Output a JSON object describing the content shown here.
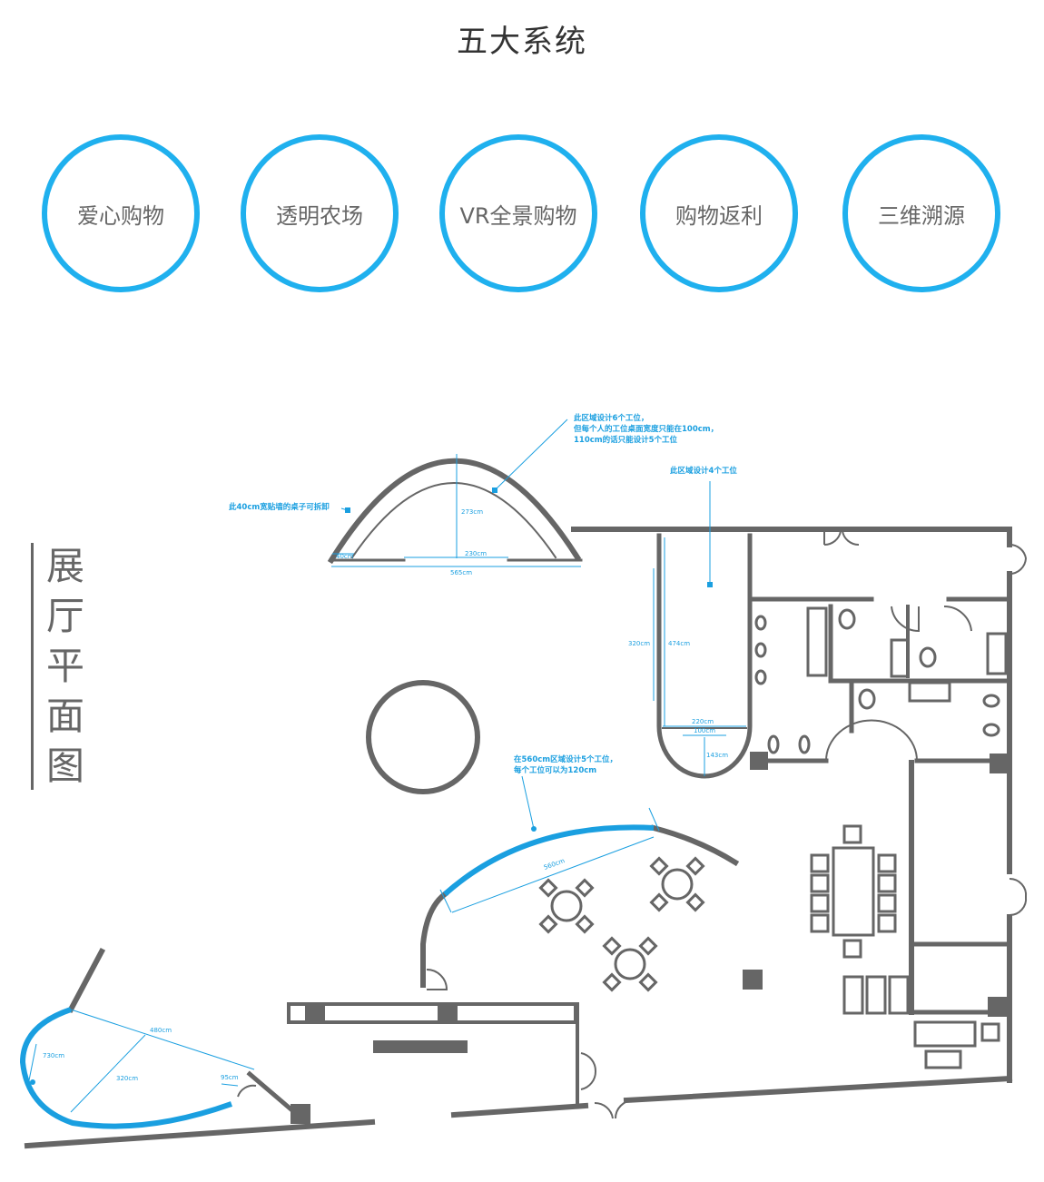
{
  "page": {
    "title": "五大系统"
  },
  "systems": [
    {
      "label": "爱心购物"
    },
    {
      "label": "透明农场"
    },
    {
      "label": "VR全景购物"
    },
    {
      "label": "购物返利"
    },
    {
      "label": "三维溯源"
    }
  ],
  "floorplan": {
    "side_title": [
      "展",
      "厅",
      "平",
      "面",
      "图"
    ],
    "notes": {
      "arch_top_1": "此区域设计6个工位，",
      "arch_top_2": "但每个人的工位桌面宽度只能在100cm，",
      "arch_top_3": "110cm的话只能设计5个工位",
      "arch_desk": "此40cm宽贴墙的桌子可拆卸",
      "room_4": "此区域设计4个工位",
      "curve_1": "在560cm区域设计5个工位，",
      "curve_2": "每个工位可以为120cm"
    },
    "dims": {
      "arch_height": "273cm",
      "arch_inner": "230cm",
      "arch_total": "565cm",
      "arch_desk": "40cm",
      "room_outer": "320cm",
      "room_inner": "474cm",
      "room_w1": "220cm",
      "room_w2": "100cm",
      "room_r": "143cm",
      "curve": "560cm",
      "left_480": "480cm",
      "left_730": "730cm",
      "left_320": "320cm",
      "left_95": "95cm"
    },
    "colors": {
      "wall": "#666666",
      "accent": "#1a9fe0"
    }
  }
}
